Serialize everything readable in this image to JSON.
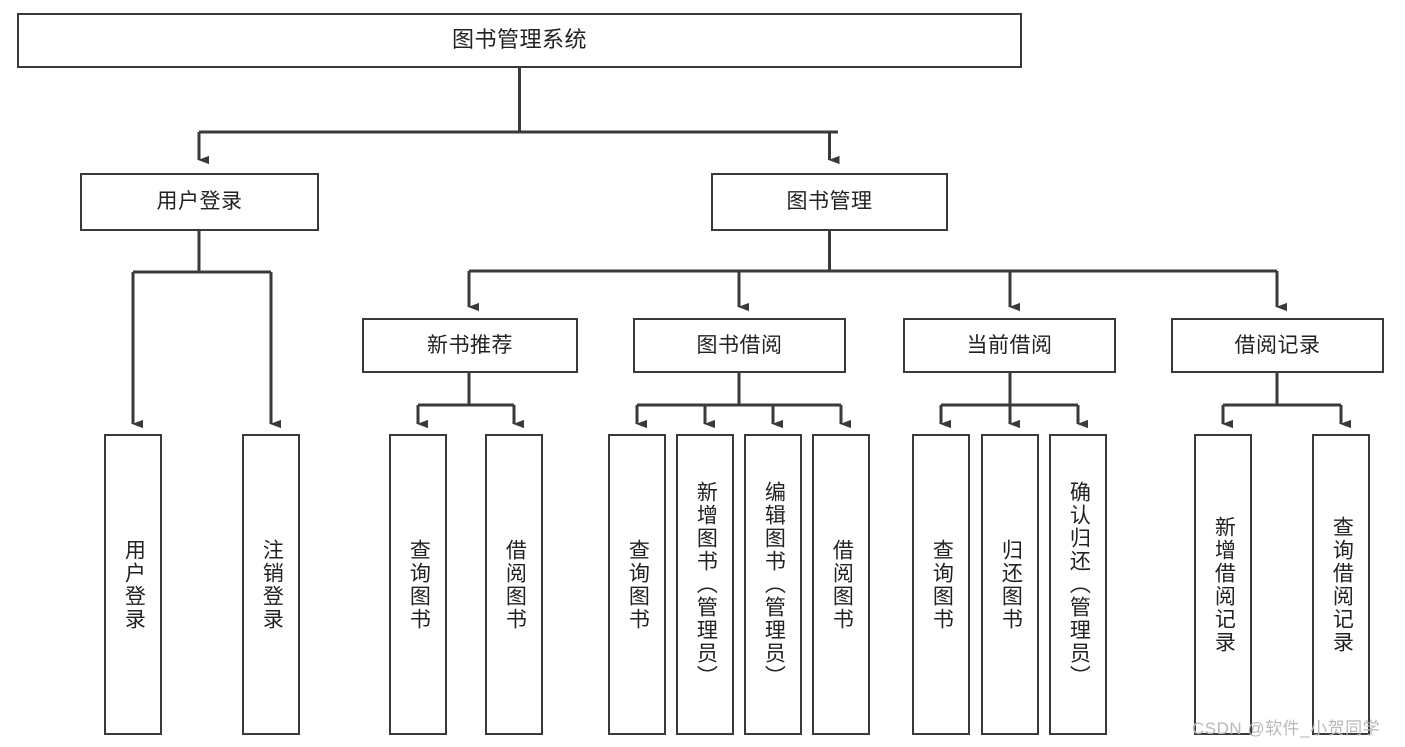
{
  "diagram": {
    "title": "图书管理系统",
    "type": "hierarchy-tree",
    "watermark": "CSDN @软件_小贺同学",
    "colors": {
      "box_border": "#3a3a3a",
      "box_fill": "#ffffff",
      "connector": "#3a3a3a",
      "text": "#222222",
      "watermark": "#b9b9b9",
      "background": "#ffffff"
    },
    "nodes": {
      "root": {
        "label": "图书管理系统"
      },
      "level1": [
        {
          "id": "user-login",
          "label": "用户登录"
        },
        {
          "id": "book-manage",
          "label": "图书管理"
        }
      ],
      "level2": [
        {
          "id": "new-book-recommend",
          "label": "新书推荐"
        },
        {
          "id": "book-borrow",
          "label": "图书借阅"
        },
        {
          "id": "current-borrow",
          "label": "当前借阅"
        },
        {
          "id": "borrow-record",
          "label": "借阅记录"
        }
      ],
      "leaves": {
        "user-login": [
          {
            "id": "leaf-user-login",
            "label": "用户登录"
          },
          {
            "id": "leaf-logout-login",
            "label": "注销登录"
          }
        ],
        "new-book-recommend": [
          {
            "id": "leaf-query-book-1",
            "label": "查询图书"
          },
          {
            "id": "leaf-borrow-book-1",
            "label": "借阅图书"
          }
        ],
        "book-borrow": [
          {
            "id": "leaf-query-book-2",
            "label": "查询图书"
          },
          {
            "id": "leaf-add-book",
            "label": "新增图书（管理员）"
          },
          {
            "id": "leaf-edit-book",
            "label": "编辑图书（管理员）"
          },
          {
            "id": "leaf-borrow-book-2",
            "label": "借阅图书"
          }
        ],
        "current-borrow": [
          {
            "id": "leaf-query-book-3",
            "label": "查询图书"
          },
          {
            "id": "leaf-return-book",
            "label": "归还图书"
          },
          {
            "id": "leaf-confirm-return",
            "label": "确认归还（管理员）"
          }
        ],
        "borrow-record": [
          {
            "id": "leaf-add-record",
            "label": "新增借阅记录"
          },
          {
            "id": "leaf-query-record",
            "label": "查询借阅记录"
          }
        ]
      }
    }
  }
}
